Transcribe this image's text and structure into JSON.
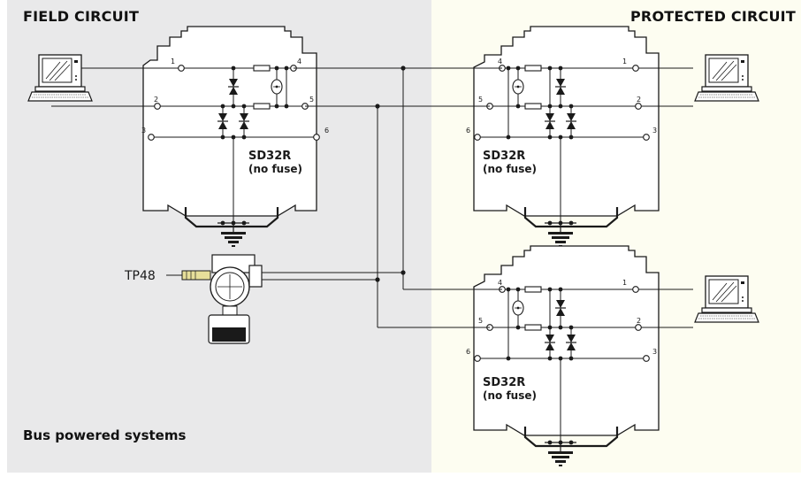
{
  "headers": {
    "field": "FIELD CIRCUIT",
    "protected": "PROTECTED CIRCUIT"
  },
  "footer": "Bus powered systems",
  "transmitter_label": "TP48",
  "devices": {
    "field": {
      "model": "SD32R",
      "note": "(no fuse)",
      "pins": [
        "1",
        "2",
        "3",
        "4",
        "5",
        "6"
      ]
    },
    "protected_top": {
      "model": "SD32R",
      "note": "(no fuse)",
      "pins": [
        "4",
        "5",
        "6",
        "1",
        "2",
        "3"
      ]
    },
    "protected_bottom": {
      "model": "SD32R",
      "note": "(no fuse)",
      "pins": [
        "4",
        "5",
        "6",
        "1",
        "2",
        "3"
      ]
    }
  },
  "colors": {
    "field_bg": "#e9e9ea",
    "protected_bg": "#fdfdf1",
    "unit_fill": "#ffffff",
    "stroke": "#1a1a1a",
    "probe": "#e7df9a"
  },
  "icons": [
    "computer-icon",
    "ground-icon",
    "tvs-diode-icon",
    "resistor-icon",
    "gas-discharge-tube-icon",
    "transmitter-icon"
  ]
}
